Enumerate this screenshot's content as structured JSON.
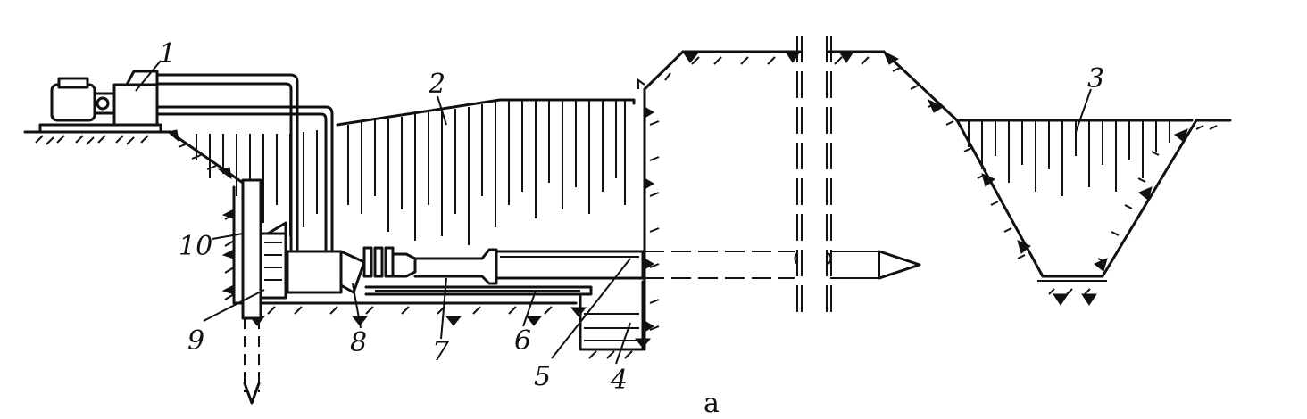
{
  "labels": {
    "n1": "1",
    "n2": "2",
    "n3": "3",
    "n4": "4",
    "n5": "5",
    "n6": "6",
    "n7": "7",
    "n8": "8",
    "n9": "9",
    "n10": "10"
  },
  "caption": "а"
}
